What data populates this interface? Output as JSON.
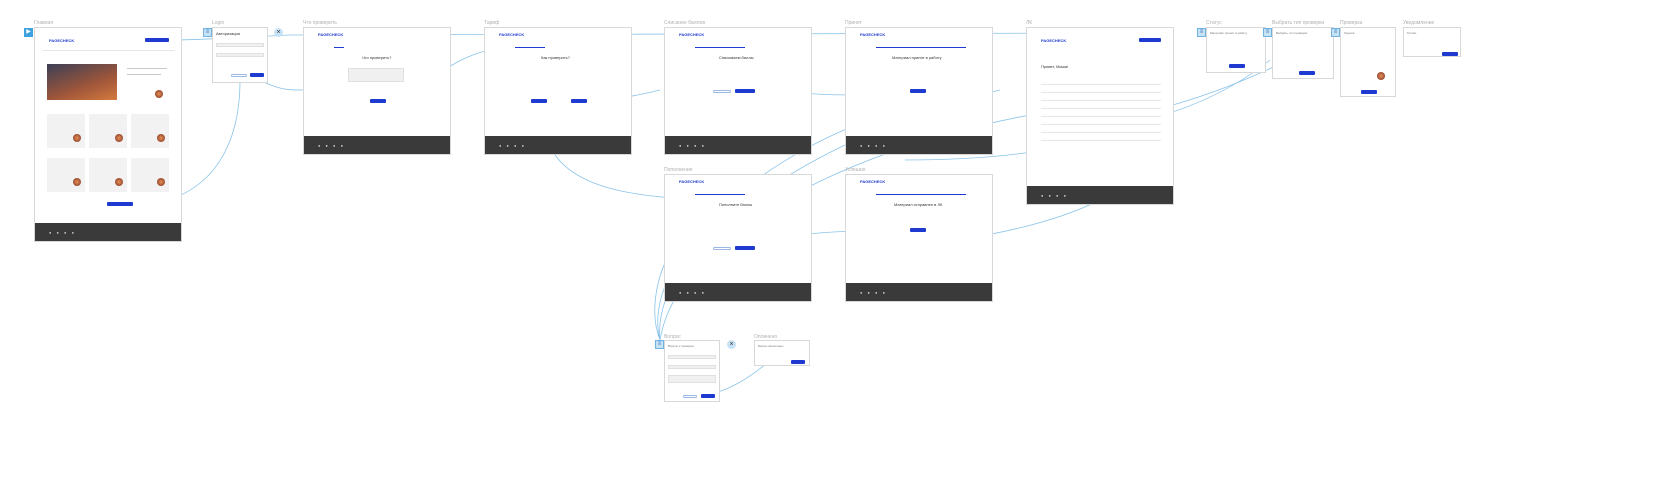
{
  "frames": {
    "main": "Главная",
    "login": "Login",
    "check": "Что проверить",
    "tariff": "Тариф",
    "pay": "Списание баллов",
    "accepted": "Принят",
    "pa": "ЛК",
    "status": "Статус",
    "choose": "Выбрать тип проверки",
    "confirm": "Проверка",
    "topup": "Пополнение",
    "donepay": "Оплачено",
    "success": "Успешно",
    "question": "Вопрос",
    "notify": "Уведомление"
  },
  "logo": "PAGECHECK",
  "headings": {
    "check": "Что проверить?",
    "tariff": "Как проверить?",
    "pay": "Списываем баллы",
    "accepted": "Материал принят в работу",
    "pa": "Привет, Миша!",
    "topup": "Пополните баллы",
    "success": "Материал отправлен в ЛК"
  },
  "texts": {
    "login_title": "Авторизация",
    "question_title": "Вопрос к проверке",
    "notify_title": "Готово",
    "status_title": "Материал принят в работу",
    "choose_title": "Выбрать тип проверки",
    "confirm_title": "Оценка",
    "donepay_title": "Баллы начислены"
  },
  "colors": {
    "accent": "#1f3ad1",
    "link": "#89c3ea",
    "footer": "#3a3a3a"
  },
  "icons": {
    "start": "play-icon",
    "note": "note-icon",
    "close": "close-icon"
  }
}
